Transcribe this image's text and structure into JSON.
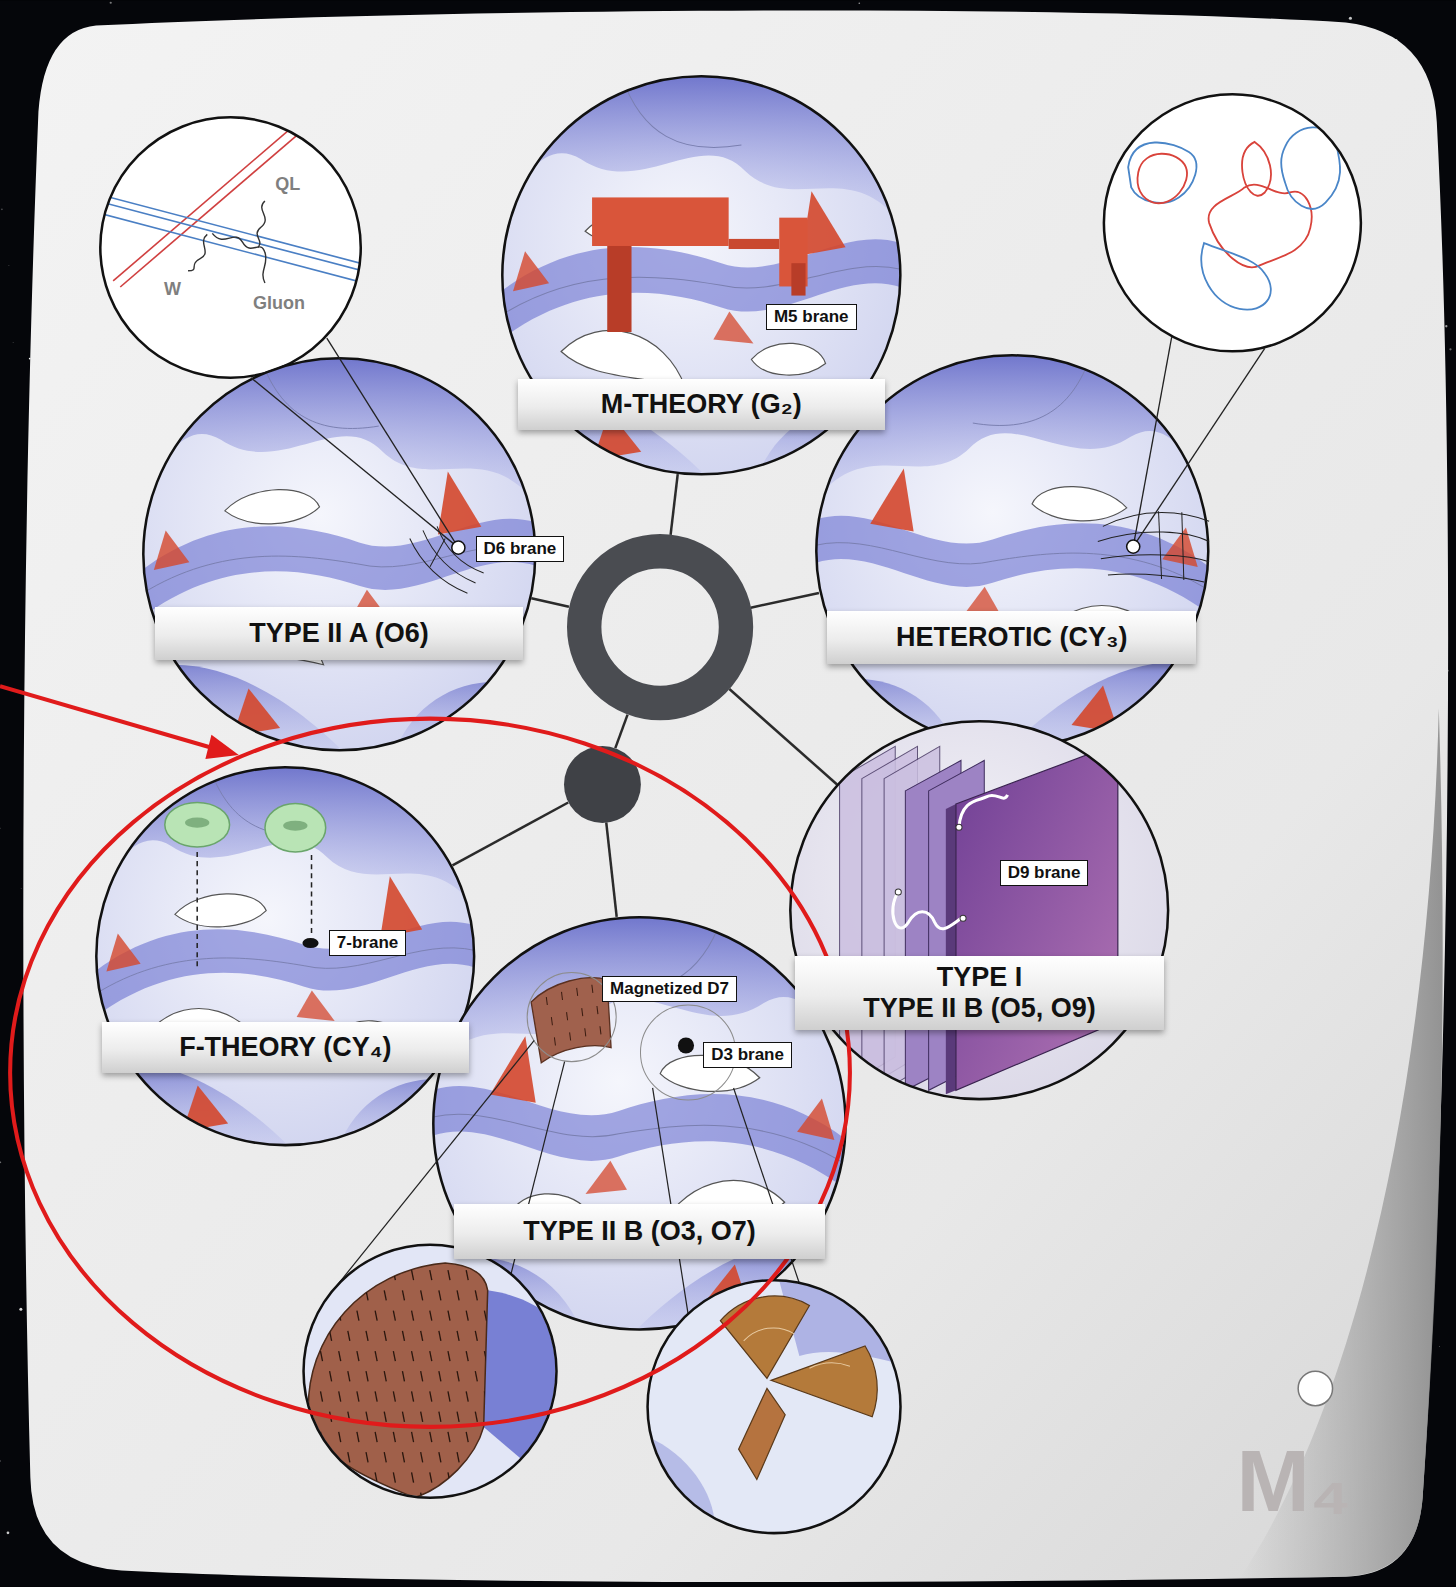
{
  "diagram": {
    "nodes": [
      {
        "text": [
          "QL",
          "W",
          "Gluon"
        ]
      },
      {
        "text": [
          "M-THEORY (G₂)"
        ]
      },
      {
        "text": [
          "M5 brane"
        ],
        "in": 1
      },
      {
        "text": [
          "TYPE II A (O6)"
        ]
      },
      {
        "text": [
          "D6 brane"
        ],
        "in": 3
      },
      {
        "text": [
          "HETEROTIC (CY₃)"
        ]
      },
      {
        "text": []
      },
      {
        "text": []
      },
      {
        "text": [
          "F-THEORY (CY₄)"
        ]
      },
      {
        "text": [
          "7-brane"
        ],
        "in": 8
      },
      {
        "text": [
          "TYPE I",
          "TYPE II B (O5, O9)"
        ]
      },
      {
        "text": [
          "D9 brane"
        ],
        "in": 10
      },
      {
        "text": [
          "TYPE II B (O3, O7)"
        ]
      },
      {
        "text": [
          "Magnetized D7"
        ],
        "in": 12
      },
      {
        "text": [
          "D3 brane"
        ],
        "in": 12
      }
    ],
    "edges": [
      {
        "from": 6,
        "to": 1,
        "arrow": "none"
      },
      {
        "from": 6,
        "to": 3,
        "arrow": "none"
      },
      {
        "from": 6,
        "to": 5,
        "arrow": "none"
      },
      {
        "from": 6,
        "to": 7,
        "arrow": "none"
      },
      {
        "from": 6,
        "to": 10,
        "arrow": "none"
      },
      {
        "from": 7,
        "to": 8,
        "arrow": "none"
      },
      {
        "from": 7,
        "to": 12,
        "arrow": "none"
      }
    ],
    "labels": [
      "M₄"
    ]
  }
}
